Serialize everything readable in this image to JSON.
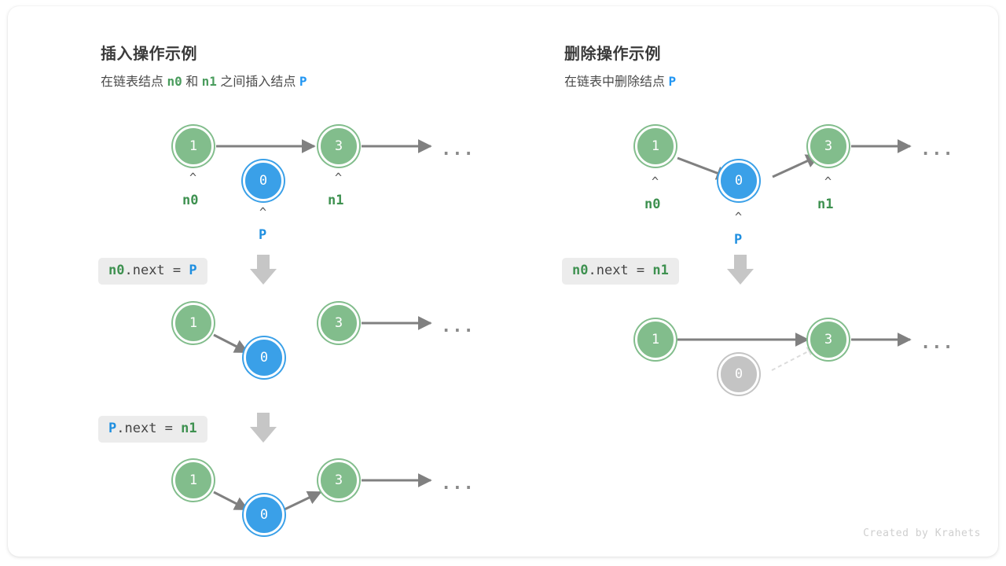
{
  "credit": "Created by Krahets",
  "colors": {
    "node_green": "#82bd8c",
    "node_blue": "#3aa0e8",
    "node_gray": "#c4c4c4",
    "label_green": "#3e9150",
    "label_blue": "#1f8fe0",
    "arrow": "#808080",
    "arrow_dashed": "#d8d8d8",
    "chip_bg": "#ececec",
    "big_arrow": "#c6c6c6",
    "card_bg": "#ffffff"
  },
  "panels": {
    "insert": {
      "title": "插入操作示例",
      "subtitle": {
        "part1": "在链表结点",
        "var1": "n0",
        "part2": "和",
        "var2": "n1",
        "part3": "之间插入结点",
        "var3": "P"
      },
      "steps": [
        {
          "code": {
            "a": "n0",
            "b": ".next = ",
            "c": "P",
            "a_color": "green",
            "c_color": "blue"
          },
          "nodes": [
            {
              "value": "1",
              "color": "green",
              "caret": "^",
              "label": "n0",
              "label_color": "green"
            },
            {
              "value": "0",
              "color": "blue",
              "caret": "^",
              "label": "P",
              "label_color": "blue"
            },
            {
              "value": "3",
              "color": "green",
              "caret": "^",
              "label": "n1",
              "label_color": "green"
            }
          ],
          "ellipsis": "..."
        },
        {
          "code": {
            "a": "P",
            "b": ".next = ",
            "c": "n1",
            "a_color": "blue",
            "c_color": "green"
          },
          "nodes": [
            {
              "value": "1",
              "color": "green"
            },
            {
              "value": "0",
              "color": "blue"
            },
            {
              "value": "3",
              "color": "green"
            }
          ],
          "ellipsis": "..."
        },
        {
          "nodes": [
            {
              "value": "1",
              "color": "green"
            },
            {
              "value": "0",
              "color": "blue"
            },
            {
              "value": "3",
              "color": "green"
            }
          ],
          "ellipsis": "..."
        }
      ]
    },
    "delete": {
      "title": "删除操作示例",
      "subtitle": {
        "part1": "在链表中删除结点",
        "var1": "P"
      },
      "steps": [
        {
          "code": {
            "a": "n0",
            "b": ".next = ",
            "c": "n1",
            "a_color": "green",
            "c_color": "green"
          },
          "nodes": [
            {
              "value": "1",
              "color": "green",
              "caret": "^",
              "label": "n0",
              "label_color": "green"
            },
            {
              "value": "0",
              "color": "blue",
              "caret": "^",
              "label": "P",
              "label_color": "blue"
            },
            {
              "value": "3",
              "color": "green",
              "caret": "^",
              "label": "n1",
              "label_color": "green"
            }
          ],
          "ellipsis": "..."
        },
        {
          "nodes": [
            {
              "value": "1",
              "color": "green"
            },
            {
              "value": "0",
              "color": "gray"
            },
            {
              "value": "3",
              "color": "green"
            }
          ],
          "ellipsis": "..."
        }
      ]
    }
  }
}
